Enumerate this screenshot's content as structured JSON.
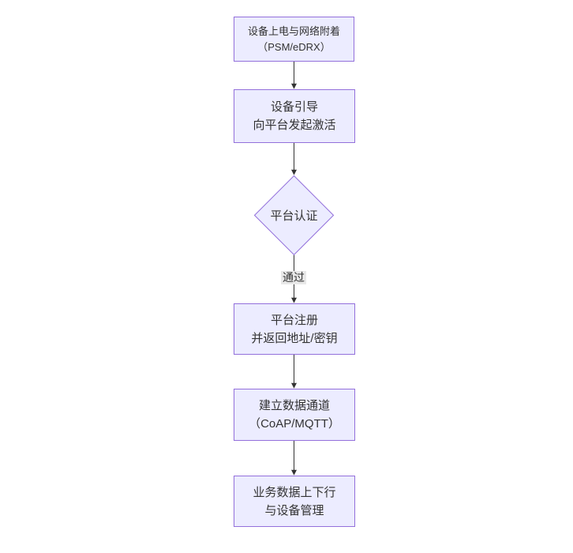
{
  "diagram": {
    "type": "flowchart",
    "direction": "top-down",
    "nodes": [
      {
        "id": "power-attach",
        "shape": "rect",
        "lines": [
          "设备上电与网络附着",
          "（PSM/eDRX）"
        ]
      },
      {
        "id": "bootstrap",
        "shape": "rect",
        "lines": [
          "设备引导",
          "向平台发起激活"
        ]
      },
      {
        "id": "auth",
        "shape": "diamond",
        "lines": [
          "平台认证"
        ]
      },
      {
        "id": "register",
        "shape": "rect",
        "lines": [
          "平台注册",
          "并返回地址/密钥"
        ]
      },
      {
        "id": "channel",
        "shape": "rect",
        "lines": [
          "建立数据通道",
          "（CoAP/MQTT）"
        ]
      },
      {
        "id": "business",
        "shape": "rect",
        "lines": [
          "业务数据上下行",
          "与设备管理"
        ]
      }
    ],
    "edges": [
      {
        "from": "power-attach",
        "to": "bootstrap",
        "label": ""
      },
      {
        "from": "bootstrap",
        "to": "auth",
        "label": ""
      },
      {
        "from": "auth",
        "to": "register",
        "label": "通过"
      },
      {
        "from": "register",
        "to": "channel",
        "label": ""
      },
      {
        "from": "channel",
        "to": "business",
        "label": ""
      }
    ],
    "colors": {
      "node_fill": "#ECECFF",
      "node_border": "#9370DB",
      "text": "#333333",
      "arrow": "#333333",
      "edge_label_bg": "#e8e8e8",
      "background": "#ffffff"
    }
  }
}
